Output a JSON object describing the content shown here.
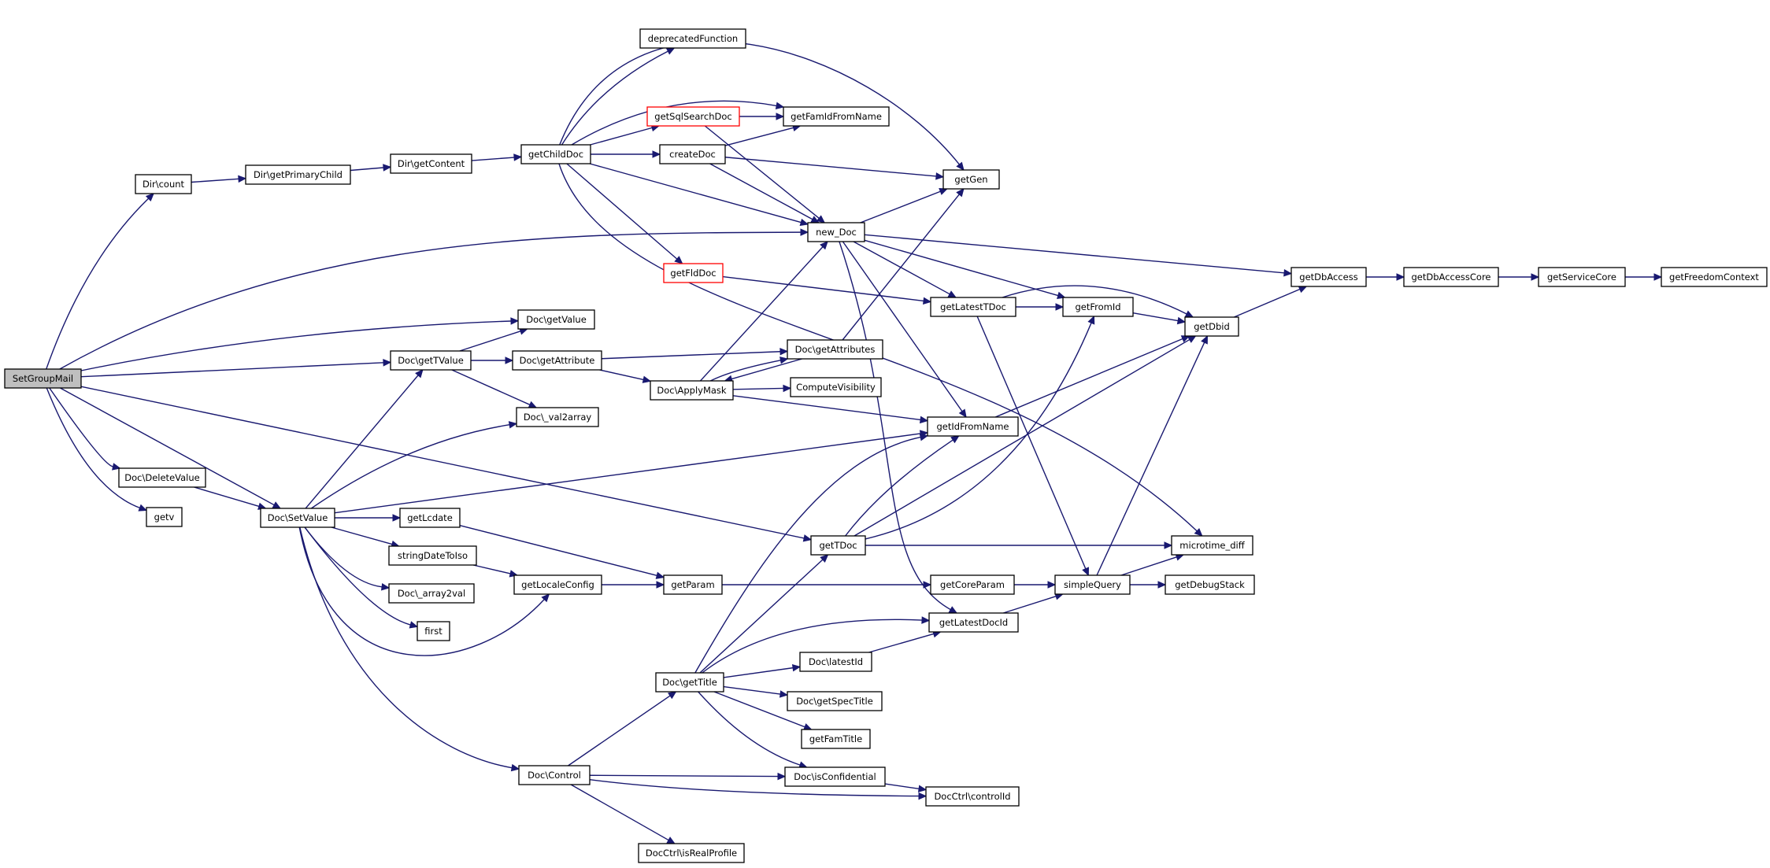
{
  "graph": {
    "title": "",
    "edge_color": "#191970",
    "highlight_node_color": "#bfbfbf",
    "error_border_color": "#ff0000",
    "nodes": [
      {
        "id": "SetGroupMail",
        "label": "SetGroupMail",
        "style": "root"
      },
      {
        "id": "DirCount",
        "label": "Dir\\count"
      },
      {
        "id": "DirGetPrimaryChild",
        "label": "Dir\\getPrimaryChild"
      },
      {
        "id": "DirGetContent",
        "label": "Dir\\getContent"
      },
      {
        "id": "getChildDoc",
        "label": "getChildDoc"
      },
      {
        "id": "deprecatedFunction",
        "label": "deprecatedFunction"
      },
      {
        "id": "getSqlSearchDoc",
        "label": "getSqlSearchDoc",
        "style": "red"
      },
      {
        "id": "getFamIdFromName",
        "label": "getFamIdFromName"
      },
      {
        "id": "createDoc",
        "label": "createDoc"
      },
      {
        "id": "getGen",
        "label": "getGen"
      },
      {
        "id": "new_Doc",
        "label": "new_Doc"
      },
      {
        "id": "getFldDoc",
        "label": "getFldDoc",
        "style": "red"
      },
      {
        "id": "getLatestTDoc",
        "label": "getLatestTDoc"
      },
      {
        "id": "getFromId",
        "label": "getFromId"
      },
      {
        "id": "getDbid",
        "label": "getDbid"
      },
      {
        "id": "getDbAccess",
        "label": "getDbAccess"
      },
      {
        "id": "getDbAccessCore",
        "label": "getDbAccessCore"
      },
      {
        "id": "getServiceCore",
        "label": "getServiceCore"
      },
      {
        "id": "getFreedomContext",
        "label": "getFreedomContext"
      },
      {
        "id": "DocGetValue",
        "label": "Doc\\getValue"
      },
      {
        "id": "DocGetTValue",
        "label": "Doc\\getTValue"
      },
      {
        "id": "DocGetAttribute",
        "label": "Doc\\getAttribute"
      },
      {
        "id": "DocGetAttributes",
        "label": "Doc\\getAttributes"
      },
      {
        "id": "DocApplyMask",
        "label": "Doc\\ApplyMask"
      },
      {
        "id": "ComputeVisibility",
        "label": "ComputeVisibility"
      },
      {
        "id": "DocVal2array",
        "label": "Doc\\_val2array"
      },
      {
        "id": "getIdFromName",
        "label": "getIdFromName"
      },
      {
        "id": "DocDeleteValue",
        "label": "Doc\\DeleteValue"
      },
      {
        "id": "getv",
        "label": "getv"
      },
      {
        "id": "DocSetValue",
        "label": "Doc\\SetValue"
      },
      {
        "id": "getLcdate",
        "label": "getLcdate"
      },
      {
        "id": "stringDateToIso",
        "label": "stringDateToIso"
      },
      {
        "id": "getLocaleConfig",
        "label": "getLocaleConfig"
      },
      {
        "id": "getParam",
        "label": "getParam"
      },
      {
        "id": "getTDoc",
        "label": "getTDoc"
      },
      {
        "id": "microtime_diff",
        "label": "microtime_diff"
      },
      {
        "id": "getCoreParam",
        "label": "getCoreParam"
      },
      {
        "id": "simpleQuery",
        "label": "simpleQuery"
      },
      {
        "id": "getDebugStack",
        "label": "getDebugStack"
      },
      {
        "id": "DocArray2val",
        "label": "Doc\\_array2val"
      },
      {
        "id": "first",
        "label": "first"
      },
      {
        "id": "getLatestDocId",
        "label": "getLatestDocId"
      },
      {
        "id": "DocLatestId",
        "label": "Doc\\latestId"
      },
      {
        "id": "DocGetTitle",
        "label": "Doc\\getTitle"
      },
      {
        "id": "DocGetSpecTitle",
        "label": "Doc\\getSpecTitle"
      },
      {
        "id": "getFamTitle",
        "label": "getFamTitle"
      },
      {
        "id": "DocControl",
        "label": "Doc\\Control"
      },
      {
        "id": "DocIsConfidential",
        "label": "Doc\\isConfidential"
      },
      {
        "id": "DocCtrlControlId",
        "label": "DocCtrl\\controlId"
      },
      {
        "id": "DocCtrlIsRealProfile",
        "label": "DocCtrl\\isRealProfile"
      }
    ],
    "edges": [
      [
        "SetGroupMail",
        "DirCount"
      ],
      [
        "SetGroupMail",
        "new_Doc"
      ],
      [
        "SetGroupMail",
        "DocGetValue"
      ],
      [
        "SetGroupMail",
        "DocGetTValue"
      ],
      [
        "SetGroupMail",
        "getTDoc"
      ],
      [
        "SetGroupMail",
        "DocSetValue"
      ],
      [
        "SetGroupMail",
        "DocDeleteValue"
      ],
      [
        "SetGroupMail",
        "getv"
      ],
      [
        "DirCount",
        "DirGetPrimaryChild"
      ],
      [
        "DirGetPrimaryChild",
        "DirGetContent"
      ],
      [
        "DirGetContent",
        "getChildDoc"
      ],
      [
        "getChildDoc",
        "deprecatedFunction"
      ],
      [
        "getChildDoc",
        "getGen"
      ],
      [
        "getChildDoc",
        "getFamIdFromName"
      ],
      [
        "getChildDoc",
        "getSqlSearchDoc"
      ],
      [
        "getChildDoc",
        "createDoc"
      ],
      [
        "getChildDoc",
        "new_Doc"
      ],
      [
        "getChildDoc",
        "getFldDoc"
      ],
      [
        "getChildDoc",
        "microtime_diff"
      ],
      [
        "getSqlSearchDoc",
        "getFamIdFromName"
      ],
      [
        "getSqlSearchDoc",
        "new_Doc"
      ],
      [
        "createDoc",
        "getFamIdFromName"
      ],
      [
        "createDoc",
        "getGen"
      ],
      [
        "createDoc",
        "new_Doc"
      ],
      [
        "new_Doc",
        "getGen"
      ],
      [
        "new_Doc",
        "getDbAccess"
      ],
      [
        "new_Doc",
        "getLatestTDoc"
      ],
      [
        "new_Doc",
        "getFromId"
      ],
      [
        "new_Doc",
        "getIdFromName"
      ],
      [
        "new_Doc",
        "getLatestDocId"
      ],
      [
        "getFldDoc",
        "getLatestTDoc"
      ],
      [
        "getLatestTDoc",
        "getFromId"
      ],
      [
        "getLatestTDoc",
        "getDbid"
      ],
      [
        "getLatestTDoc",
        "simpleQuery"
      ],
      [
        "getFromId",
        "getDbid"
      ],
      [
        "getDbid",
        "getDbAccess"
      ],
      [
        "getDbAccess",
        "getDbAccessCore"
      ],
      [
        "getDbAccessCore",
        "getServiceCore"
      ],
      [
        "getServiceCore",
        "getFreedomContext"
      ],
      [
        "DocGetTValue",
        "DocGetValue"
      ],
      [
        "DocGetTValue",
        "DocGetAttribute"
      ],
      [
        "DocGetTValue",
        "DocVal2array"
      ],
      [
        "DocGetAttribute",
        "DocGetAttributes"
      ],
      [
        "DocGetAttribute",
        "DocApplyMask"
      ],
      [
        "DocGetAttributes",
        "getGen"
      ],
      [
        "DocGetAttributes",
        "DocApplyMask"
      ],
      [
        "DocApplyMask",
        "new_Doc"
      ],
      [
        "DocApplyMask",
        "DocGetAttributes"
      ],
      [
        "DocApplyMask",
        "ComputeVisibility"
      ],
      [
        "DocApplyMask",
        "getIdFromName"
      ],
      [
        "getIdFromName",
        "getDbid"
      ],
      [
        "DocDeleteValue",
        "DocSetValue"
      ],
      [
        "DocSetValue",
        "DocGetTValue"
      ],
      [
        "DocSetValue",
        "DocVal2array"
      ],
      [
        "DocSetValue",
        "getIdFromName"
      ],
      [
        "DocSetValue",
        "getLcdate"
      ],
      [
        "DocSetValue",
        "stringDateToIso"
      ],
      [
        "DocSetValue",
        "DocArray2val"
      ],
      [
        "DocSetValue",
        "first"
      ],
      [
        "DocSetValue",
        "getLocaleConfig"
      ],
      [
        "DocSetValue",
        "DocControl"
      ],
      [
        "getLcdate",
        "getParam"
      ],
      [
        "stringDateToIso",
        "getLocaleConfig"
      ],
      [
        "getLocaleConfig",
        "getParam"
      ],
      [
        "getParam",
        "getCoreParam"
      ],
      [
        "getTDoc",
        "getIdFromName"
      ],
      [
        "getTDoc",
        "getFromId"
      ],
      [
        "getTDoc",
        "getDbid"
      ],
      [
        "getTDoc",
        "microtime_diff"
      ],
      [
        "getCoreParam",
        "simpleQuery"
      ],
      [
        "simpleQuery",
        "getDbid"
      ],
      [
        "simpleQuery",
        "microtime_diff"
      ],
      [
        "simpleQuery",
        "getDebugStack"
      ],
      [
        "getLatestDocId",
        "simpleQuery"
      ],
      [
        "DocLatestId",
        "getLatestDocId"
      ],
      [
        "DocGetTitle",
        "getIdFromName"
      ],
      [
        "DocGetTitle",
        "getTDoc"
      ],
      [
        "DocGetTitle",
        "getLatestDocId"
      ],
      [
        "DocGetTitle",
        "DocLatestId"
      ],
      [
        "DocGetTitle",
        "DocGetSpecTitle"
      ],
      [
        "DocGetTitle",
        "getFamTitle"
      ],
      [
        "DocGetTitle",
        "DocIsConfidential"
      ],
      [
        "DocControl",
        "DocGetTitle"
      ],
      [
        "DocControl",
        "DocIsConfidential"
      ],
      [
        "DocControl",
        "DocCtrlControlId"
      ],
      [
        "DocControl",
        "DocCtrlIsRealProfile"
      ],
      [
        "DocIsConfidential",
        "DocCtrlControlId"
      ]
    ]
  }
}
